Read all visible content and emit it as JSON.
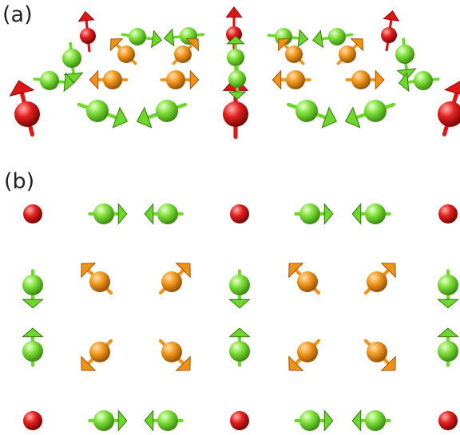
{
  "panels": [
    {
      "id": "a",
      "label": "(a)"
    },
    {
      "id": "b",
      "label": "(b)"
    }
  ],
  "colors": {
    "red": "#e01515",
    "green": "#6fd62b",
    "orange": "#f0921a"
  }
}
